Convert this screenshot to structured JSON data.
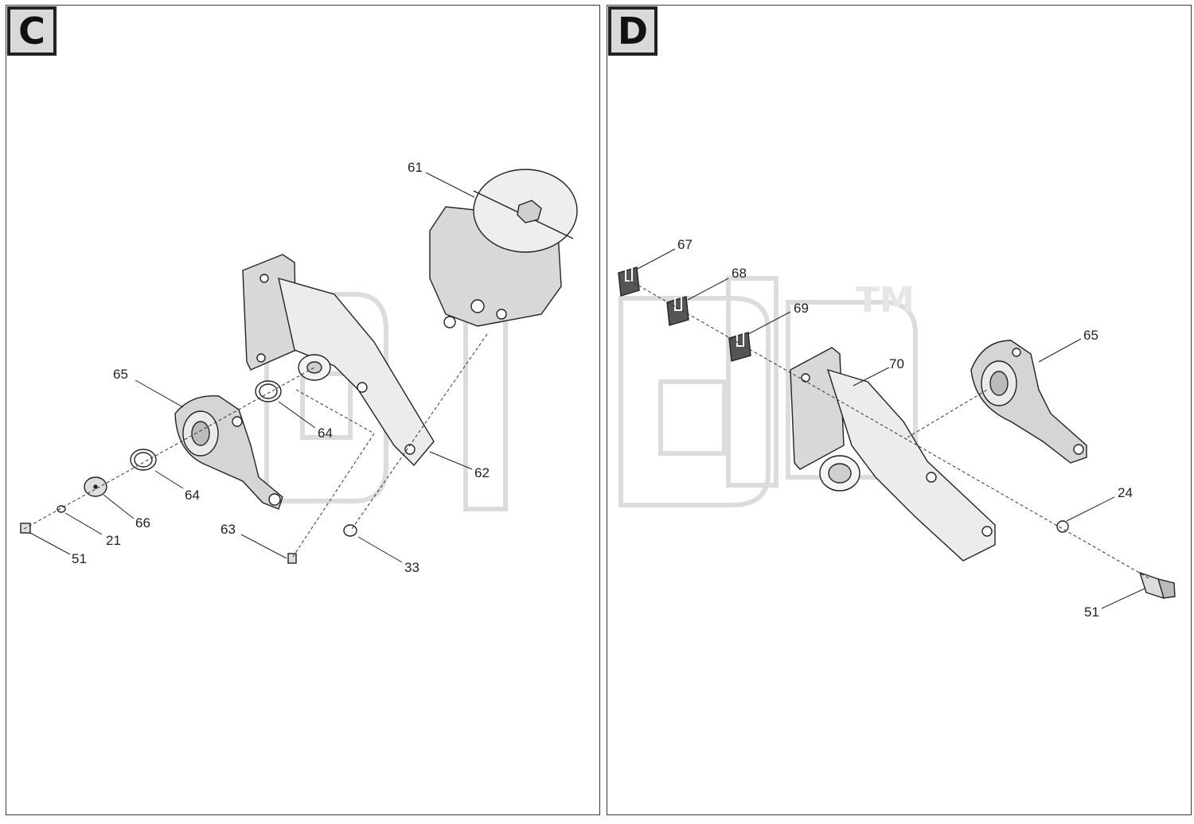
{
  "panels": {
    "c": {
      "label": "C"
    },
    "d": {
      "label": "D"
    }
  },
  "watermark": {
    "tm": "TM"
  },
  "callouts_c": {
    "p61": "61",
    "p65": "65",
    "p64a": "64",
    "p62": "62",
    "p64b": "64",
    "p66": "66",
    "p21": "21",
    "p51": "51",
    "p63": "63",
    "p33": "33"
  },
  "callouts_d": {
    "p67": "67",
    "p68": "68",
    "p69": "69",
    "p70": "70",
    "p65": "65",
    "p24": "24",
    "p51": "51"
  },
  "colors": {
    "line": "#222222",
    "part_fill": "#d8d8d8",
    "part_light": "#f0f0f0",
    "watermark": "#e3e3e3"
  }
}
